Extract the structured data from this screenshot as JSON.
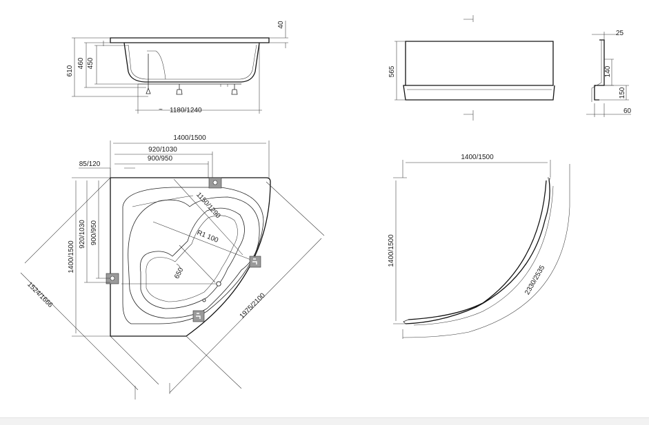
{
  "side_view": {
    "depth_top": "40",
    "height_total": "610",
    "height_460": "460",
    "height_450": "450",
    "length": "1180/1240"
  },
  "panel_front": {
    "height": "565"
  },
  "panel_profile": {
    "dim_25": "25",
    "dim_140": "140",
    "dim_150": "150",
    "dim_60": "60"
  },
  "top_view": {
    "width_total": "1400/1500",
    "width_920": "920/1030",
    "width_900": "900/950",
    "offset": "85/120",
    "height_total": "1400/1500",
    "height_920": "920/1030",
    "height_900": "900/950",
    "diagonal_inner": "1150/1290",
    "radius": "R1 100",
    "depth": "650",
    "diagonal_outer": "1975/2100",
    "diagonal_side": "1524/1666"
  },
  "panel_top": {
    "width": "1400/1500",
    "height": "1400/1500",
    "arc_length": "2330/2535"
  }
}
